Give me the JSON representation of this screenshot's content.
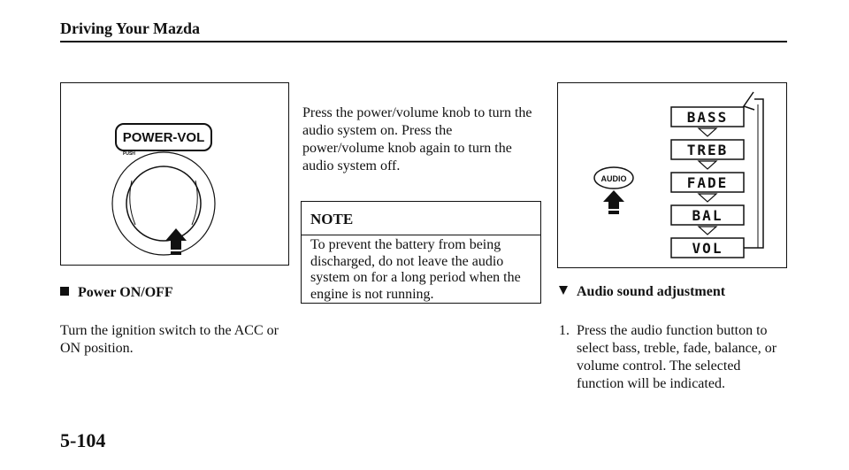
{
  "header": {
    "title": "Driving Your Mazda"
  },
  "left_figure": {
    "knob_label": "POWER-VOL",
    "knob_sublabel": "PUSH"
  },
  "left_caption": "Power ON/OFF",
  "left_text": "Turn the ignition switch to the ACC or ON position.",
  "middle_text": "Press the power/volume knob to turn the audio system on. Press the power/volume knob again to turn the audio system off.",
  "note": {
    "title": "NOTE",
    "body": "To prevent the battery from being discharged, do not leave the audio system on for a long period when the engine is not running."
  },
  "right_figure": {
    "button_label": "AUDIO",
    "displays": [
      "BASS",
      "TREB",
      "FADE",
      "BAL",
      "VOL"
    ]
  },
  "right_caption": "Audio sound adjustment",
  "step1": {
    "number": "1.",
    "text": "Press the audio function button to select bass, treble, fade, balance, or volume control. The selected function will be indicated."
  },
  "page_number": "5-104"
}
